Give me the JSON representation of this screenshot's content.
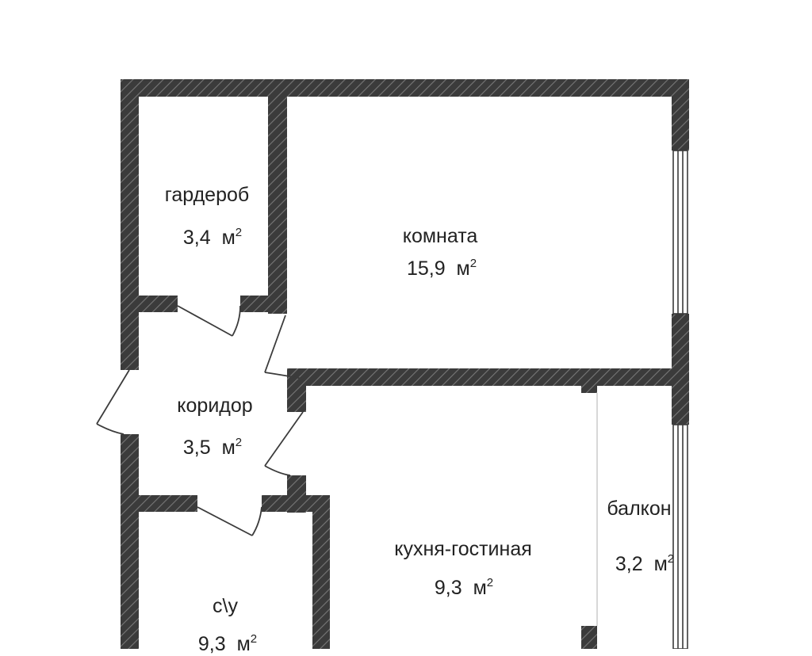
{
  "colors": {
    "wall": "#3b3b3b",
    "hatch": "#6a6a6a",
    "line": "#3b3b3b",
    "window": "#9a9a9a",
    "text": "#222222"
  },
  "rooms": {
    "wardrobe": {
      "name": "гардероб",
      "area": "3,4",
      "unit": "м"
    },
    "room": {
      "name": "комната",
      "area": "15,9",
      "unit": "м"
    },
    "corridor": {
      "name": "коридор",
      "area": "3,5",
      "unit": "м"
    },
    "kitchen": {
      "name": "кухня-гостиная",
      "area": "9,3",
      "unit": "м"
    },
    "balcony": {
      "name": "балкон",
      "area": "3,2",
      "unit": "м"
    },
    "bathroom": {
      "name": "с\\у",
      "area": "9,3",
      "unit": "м"
    }
  },
  "unit_exponent": "2"
}
